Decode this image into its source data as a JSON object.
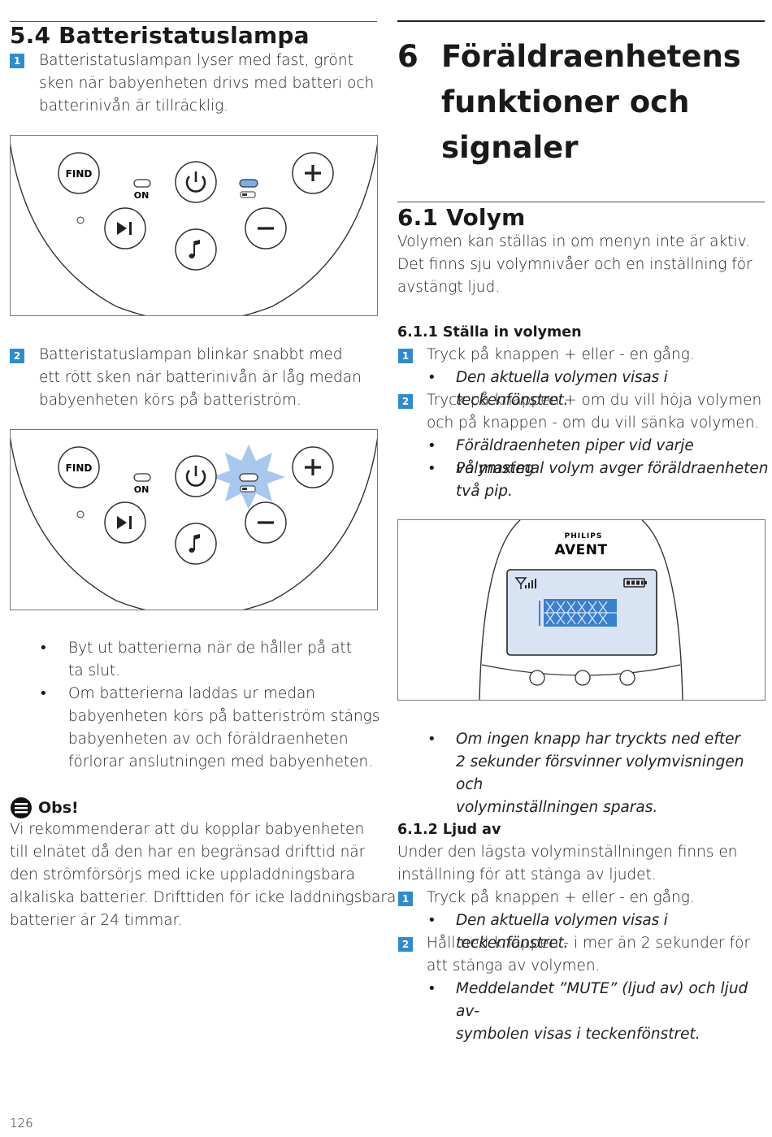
{
  "left": {
    "section_54": {
      "title": "5.4  Batteristatuslampa",
      "step1_num": "1",
      "step1": [
        "Batteristatuslampan lyser med fast, grönt",
        "sken när babyenheten drivs med batteri och",
        "batterinivån är tillräcklig."
      ],
      "step2_num": "2",
      "step2": [
        "Batteristatuslampan blinkar snabbt med",
        "ett rött sken när batterinivån är låg medan",
        "babyenheten körs på batteriström."
      ],
      "bullet1": [
        "Byt ut batterierna när de håller på att",
        "ta slut."
      ],
      "bullet2": [
        "Om batterierna laddas ur medan",
        "babyenheten körs på batteriström stängs",
        "babyenheten av och föräldraenheten",
        "förlorar anslutningen med babyenheten."
      ]
    },
    "panel": {
      "find_label": "FIND",
      "on_label": "ON",
      "power_icon": "power-icon",
      "play_icon": "play-pause-icon",
      "music_icon": "music-note-icon",
      "plus": "+",
      "minus": "−",
      "battery_led_color": "#7aaee6",
      "flash_color": "#a8c8f0"
    },
    "note": {
      "label": "Obs!",
      "lines": [
        "Vi rekommenderar att du kopplar babyenheten",
        "till elnätet då den har en begränsad drifttid när",
        "den strömförsörjs med icke uppladdningsbara",
        "alkaliska batterier. Drifttiden för icke laddningsbara",
        "batterier är 24 timmar."
      ]
    },
    "page_number": "126"
  },
  "right": {
    "chapter": {
      "number": "6",
      "title": [
        "Föräldraenhetens",
        "funktioner och",
        "signaler"
      ]
    },
    "section_61": {
      "title": "6.1  Volym",
      "intro": [
        "Volymen kan ställas in om menyn inte är aktiv.",
        "Det finns sju volymnivåer och en inställning för",
        "avstängt ljud."
      ],
      "sub_611": "6.1.1  Ställa in volymen",
      "s1_num": "1",
      "s1": "Tryck på knappen + eller - en gång.",
      "s1_b1": "Den aktuella volymen visas i teckenfönstret.",
      "s2_num": "2",
      "s2": [
        "Tryck på knappen + om du vill höja volymen",
        "och på knappen - om du vill sänka volymen."
      ],
      "s2_b1": "Föräldraenheten piper vid varje volymsteg",
      "s2_b2": [
        "På maximal volym avger föräldraenheten",
        "två pip."
      ],
      "device_brand_top": "PHILIPS",
      "device_brand": "AVENT",
      "after_b": [
        "Om ingen knapp har tryckts ned efter",
        "2 sekunder försvinner volymvisningen och",
        "volyminställningen sparas."
      ],
      "sub_612": "6.1.2  Ljud av",
      "mute_intro": [
        "Under den lägsta volyminställningen finns en",
        "inställning för att stänga av ljudet."
      ],
      "m1_num": "1",
      "m1": "Tryck på knappen + eller - en gång.",
      "m1_b1": "Den aktuella volymen visas i teckenfönstret.",
      "m2_num": "2",
      "m2": [
        "Håll ned knappen - i mer än 2 sekunder för",
        "att stänga av volymen."
      ],
      "m2_b1": [
        "Meddelandet ”MUTE” (ljud av) och ljud av-",
        "symbolen visas i teckenfönstret."
      ]
    }
  },
  "colors": {
    "accent": "#2d8ccf",
    "lcd": "#d8e4f4",
    "lcd_bar": "#3a7fd0"
  }
}
